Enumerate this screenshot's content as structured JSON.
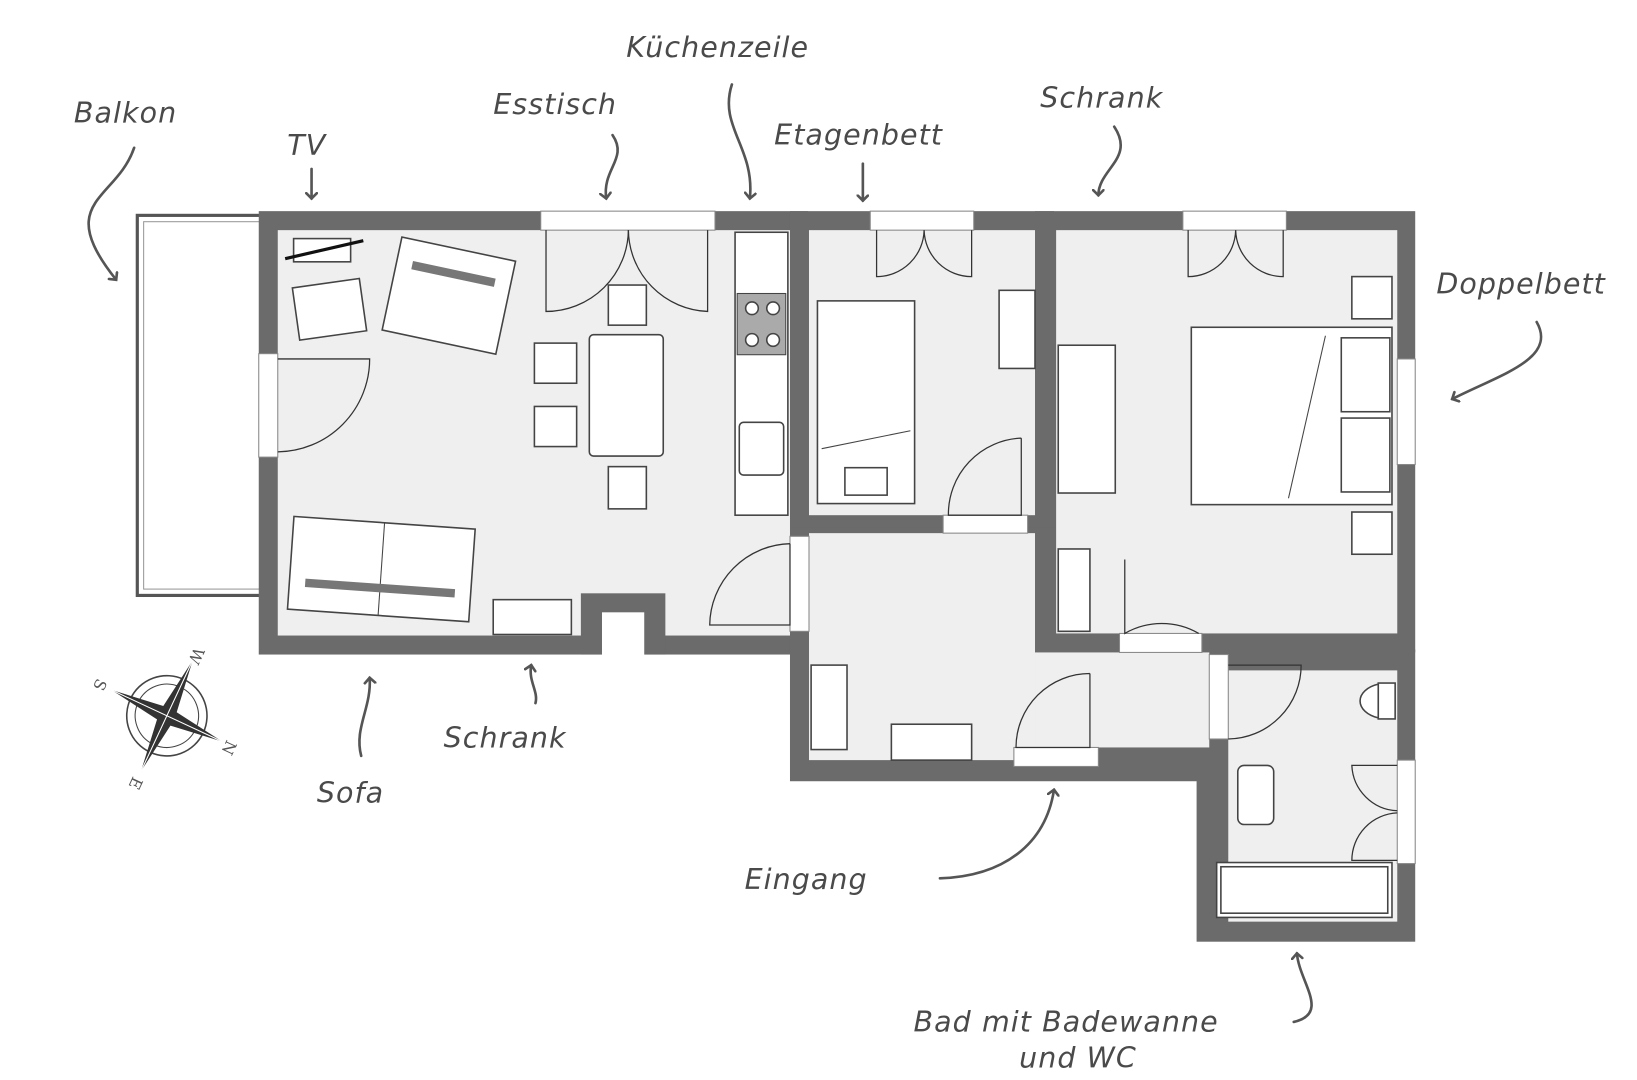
{
  "labels": {
    "balkon": "Balkon",
    "tv": "TV",
    "esstisch": "Esstisch",
    "kuechenzeile": "Küchenzeile",
    "etagenbett": "Etagenbett",
    "schrank_top": "Schrank",
    "doppelbett": "Doppelbett",
    "sofa": "Sofa",
    "schrank_bottom": "Schrank",
    "eingang": "Eingang",
    "bad_line1": "Bad mit Badewanne",
    "bad_line2": "und WC"
  },
  "compass": {
    "n": "N",
    "s": "S",
    "e": "E",
    "w": "W"
  },
  "colors": {
    "wall": "#6b6b6b",
    "floor": "#efefef",
    "text": "#4a4a4a"
  }
}
